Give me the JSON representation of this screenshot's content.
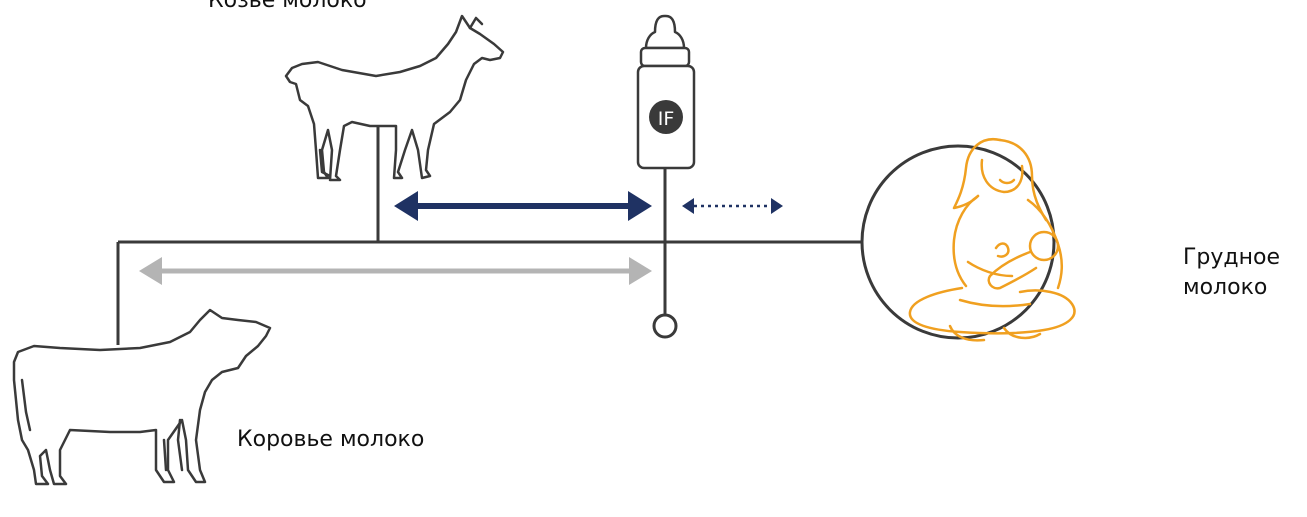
{
  "labels": {
    "goat_milk": "Козье молоко",
    "cow_milk": "Коровье молоко",
    "breast_milk_line1": "Грудное",
    "breast_milk_line2": "молоко",
    "bottle_badge": "IF"
  },
  "colors": {
    "line": "#3a3a3a",
    "navy_arrow": "#1f3263",
    "gray_arrow": "#b4b4b4",
    "mother_illustration": "#f0a020"
  },
  "icons": {
    "goat": "goat-icon",
    "cow": "cow-icon",
    "bottle": "baby-bottle-icon",
    "mother": "breastfeeding-mother-icon"
  }
}
